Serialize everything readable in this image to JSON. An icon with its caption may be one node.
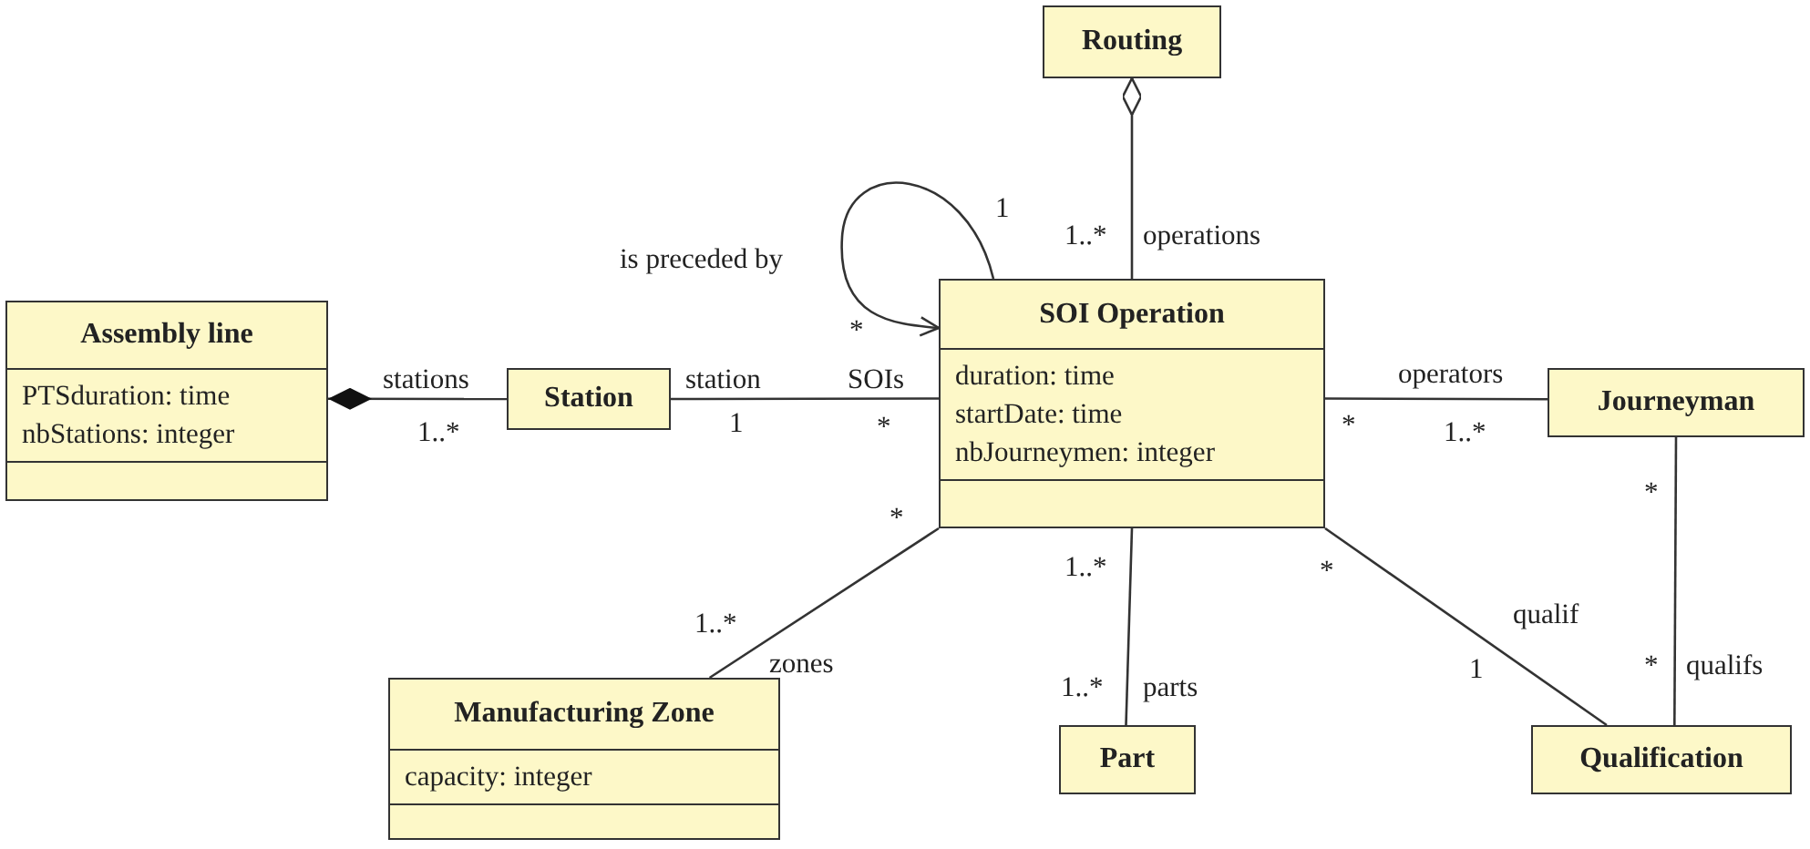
{
  "diagram": {
    "nodes": [
      {
        "text": [
          "Routing"
        ]
      },
      {
        "text": [
          "Assembly line",
          "PTSduration: time",
          "nbStations: integer"
        ]
      },
      {
        "text": [
          "Station"
        ]
      },
      {
        "text": [
          "SOI Operation",
          "duration: time",
          "startDate: time",
          "nbJourneymen: integer"
        ]
      },
      {
        "text": [
          "Journeyman"
        ]
      },
      {
        "text": [
          "Manufacturing Zone",
          "capacity: integer"
        ]
      },
      {
        "text": [
          "Part"
        ]
      },
      {
        "text": [
          "Qualification"
        ]
      }
    ],
    "edges": [
      {
        "from": 0,
        "to": 3,
        "arrow": "other"
      },
      {
        "from": 1,
        "to": 2,
        "arrow": "other"
      },
      {
        "from": 2,
        "to": 3,
        "arrow": "none"
      },
      {
        "from": 3,
        "to": 3,
        "arrow": "to",
        "label": "is preceded by"
      },
      {
        "from": 3,
        "to": 4,
        "arrow": "none"
      },
      {
        "from": 3,
        "to": 5,
        "arrow": "none"
      },
      {
        "from": 3,
        "to": 6,
        "arrow": "none"
      },
      {
        "from": 3,
        "to": 7,
        "arrow": "none"
      },
      {
        "from": 4,
        "to": 7,
        "arrow": "none"
      }
    ],
    "labels": [
      "1",
      "1..*",
      "operations",
      "*",
      "stations",
      "station",
      "SOIs",
      "operators",
      "1..*",
      "1",
      "*",
      "*",
      "1..*",
      "*",
      "*",
      "1..*",
      "*",
      "1..*",
      "qualif",
      "zones",
      "1",
      "*",
      "qualifs",
      "1..*",
      "parts"
    ]
  }
}
